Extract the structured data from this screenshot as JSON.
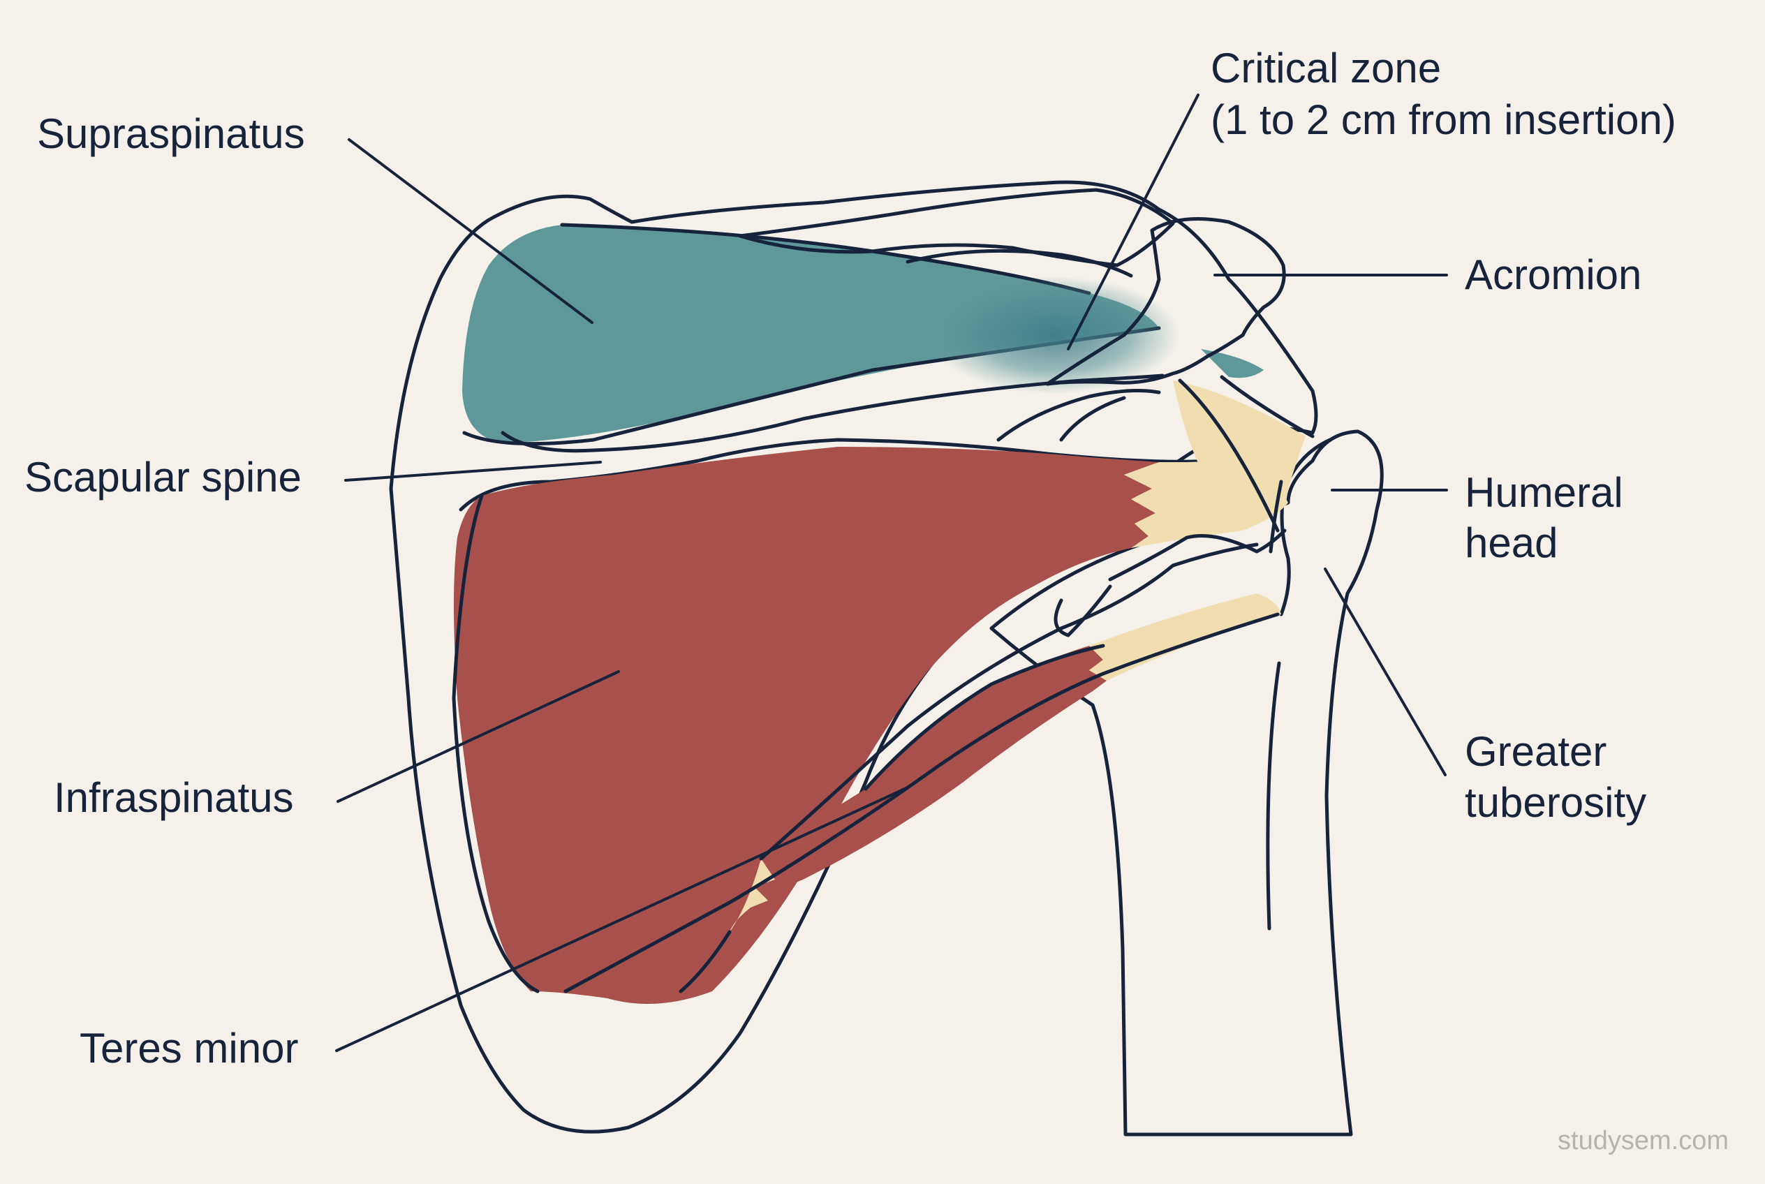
{
  "labels": {
    "supraspinatus": "Supraspinatus",
    "critical_zone_line1": "Critical zone",
    "critical_zone_line2": "(1 to 2 cm from insertion)",
    "acromion": "Acromion",
    "scapular_spine": "Scapular spine",
    "humeral_head_line1": "Humeral",
    "humeral_head_line2": "head",
    "greater_tuberosity_line1": "Greater",
    "greater_tuberosity_line2": "tuberosity",
    "infraspinatus": "Infraspinatus",
    "teres_minor": "Teres minor"
  },
  "watermark": "studysem.com",
  "colors": {
    "background": "#f5f1ea",
    "bone": "#ecdfc4",
    "supraspinatus": "#5e9898",
    "infraspinatus": "#a8514c",
    "tendon": "#f1deb0",
    "outline": "#16233b"
  }
}
